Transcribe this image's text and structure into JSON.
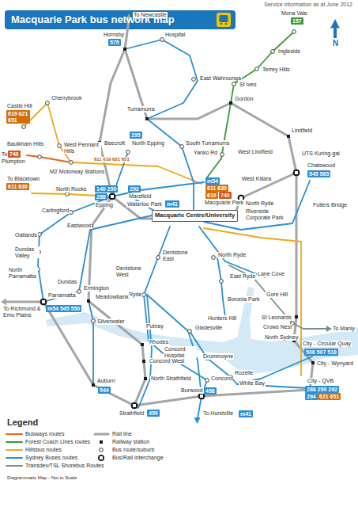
{
  "diagram": {
    "title": "Macquarie Park bus network map",
    "nodes": [
      {
        "text": [
          "575"
        ]
      },
      {
        "text": [
          "157"
        ]
      },
      {
        "text": [
          "619 621 651"
        ]
      },
      {
        "text": [
          "740"
        ]
      },
      {
        "text": [
          "611 630"
        ]
      },
      {
        "text": [
          "295"
        ]
      },
      {
        "text": [
          "140 290"
        ]
      },
      {
        "text": [
          "288"
        ]
      },
      {
        "text": [
          "292"
        ]
      },
      {
        "text": [
          "m41"
        ]
      },
      {
        "text": [
          "m54"
        ]
      },
      {
        "text": [
          "611 630"
        ]
      },
      {
        "text": [
          "619"
        ]
      },
      {
        "text": [
          "740"
        ]
      },
      {
        "text": [
          "Macquarie Centre/University"
        ]
      },
      {
        "text": [
          "545 565"
        ]
      },
      {
        "text": [
          "m54 545 550"
        ]
      },
      {
        "text": [
          "506 507 518"
        ]
      },
      {
        "text": [
          "288 290 292"
        ]
      },
      {
        "text": [
          "294"
        ]
      },
      {
        "text": [
          "621 651"
        ]
      },
      {
        "text": [
          "544"
        ]
      },
      {
        "text": [
          "458"
        ]
      },
      {
        "text": [
          "459"
        ]
      },
      {
        "text": [
          "m41"
        ]
      }
    ],
    "labels": [
      "Service information as at June 2012",
      "N",
      "To Newcastle",
      "Hornsby",
      "Hospital",
      "Mona Vale",
      "Ingleside",
      "Terrey Hills",
      "St Ives",
      "East Wahroonga",
      "Turramurra",
      "Gordon",
      "Castle Hill",
      "Cherrybrook",
      "Baulkham Hills",
      "West Pennant Hills",
      "To",
      "Plumpton",
      "M2 Motorway Stations",
      "Beecroft",
      "North Epping",
      "South Turramurra",
      "Yanko Rd",
      "West Lindfield",
      "Lindfield",
      "UTS Kuring-gai",
      "Chatswood",
      "To Blacktown",
      "North Rocks",
      "Carlingford",
      "Epping",
      "Marsfield",
      "Waterloo Park",
      "Macquarie Park",
      "West Killara",
      "North Ryde",
      "Fullers Bridge",
      "Riverside Corporate Park",
      "Oatlands",
      "Eastwood",
      "Dundas Valley",
      "North Parramatta",
      "Dundas",
      "Ermington",
      "Denistone East",
      "Denistone West",
      "North Ryde",
      "East Ryde",
      "Lane Cove",
      "Ryde",
      "Boronia Park",
      "Gore Hill",
      "Meadowbank",
      "Hunters Hill",
      "St Leonards",
      "Crows Nest",
      "To Manly",
      "North Sydney",
      "To Richmond & Emu Plains",
      "Parramatta",
      "Silverwater",
      "Putney",
      "Gladesville",
      "Rhodes",
      "Concord Hospital",
      "Concord West",
      "Drummoyne",
      "City - Circular Quay",
      "City - Wynyard",
      "Rozelle",
      "North Strathfield",
      "Concord",
      "White Bay",
      "City - QVB",
      "Auburn",
      "Burwood",
      "Strathfield",
      "To Hurstville",
      "Legend",
      "Diagrammatic Map - Not to Scale",
      "611 619 621 651"
    ],
    "legend": [
      {
        "text": "Busways routes"
      },
      {
        "text": "Rail line"
      },
      {
        "text": "Forest Coach Lines routes"
      },
      {
        "text": "Railway station"
      },
      {
        "text": "Hillsbus routes"
      },
      {
        "text": "Bus route/suburb"
      },
      {
        "text": "Sydney Buses routes"
      },
      {
        "text": "Bus/Rail interchange"
      },
      {
        "text": "Transdev/TSL Shorebus Routes"
      }
    ]
  }
}
